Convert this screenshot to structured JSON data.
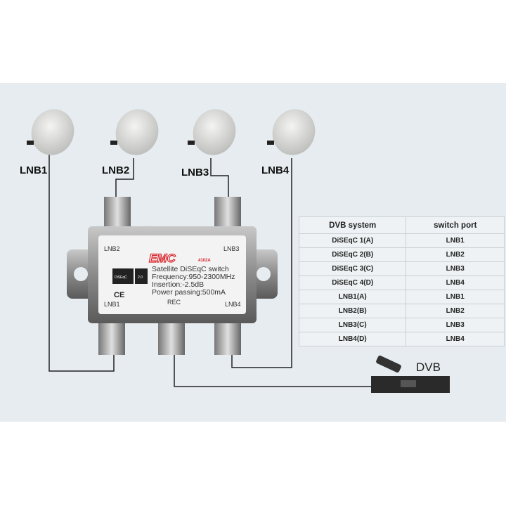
{
  "dishes": [
    {
      "label": "LNB1"
    },
    {
      "label": "LNB2"
    },
    {
      "label": "LNB3"
    },
    {
      "label": "LNB4"
    }
  ],
  "switch": {
    "brand": "EMC",
    "model": "4102A",
    "port_labels": {
      "top_left": "LNB2",
      "top_right": "LNB3",
      "bottom_left": "LNB1",
      "bottom_center": "REC",
      "bottom_right": "LNB4"
    },
    "badge": {
      "text": "DiSEqC",
      "version": "2.0"
    },
    "ce_mark": "CE",
    "specs": [
      "Satellite DiSEqC switch",
      "Frequency:950-2300MHz",
      "Insertion:-2.5dB",
      "Power passing:500mA"
    ]
  },
  "receiver": {
    "label": "DVB"
  },
  "table": {
    "headers": [
      "DVB system",
      "switch port"
    ],
    "rows": [
      [
        "DiSEqC 1(A)",
        "LNB1"
      ],
      [
        "DiSEqC 2(B)",
        "LNB2"
      ],
      [
        "DiSEqC 3(C)",
        "LNB3"
      ],
      [
        "DiSEqC 4(D)",
        "LNB4"
      ],
      [
        "LNB1(A)",
        "LNB1"
      ],
      [
        "LNB2(B)",
        "LNB2"
      ],
      [
        "LNB3(C)",
        "LNB3"
      ],
      [
        "LNB4(D)",
        "LNB4"
      ]
    ]
  },
  "colors": {
    "background_band": "#e6ecef",
    "brand_red": "#d8262b",
    "cable": "#222222"
  }
}
